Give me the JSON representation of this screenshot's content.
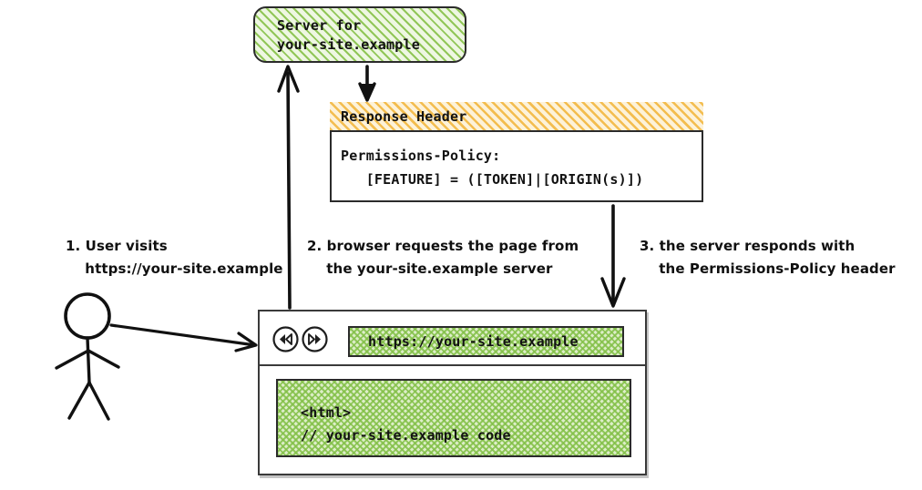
{
  "diagram": {
    "title_hidden": "",
    "server": {
      "name": "server-box",
      "line1": "Server for",
      "line2": "your-site.example",
      "text": "Server for\nyour-site.example",
      "fill": "#eef7e2",
      "hatch": "#8cc450",
      "stroke": "#2b2b2b"
    },
    "response_header": {
      "title": "Response Header",
      "line1": "Permissions-Policy:",
      "line2": "   [FEATURE] = ([TOKEN]|[ORIGIN(s)])",
      "body": "Permissions-Policy:\n   [FEATURE] = ([TOKEN]|[ORIGIN(s)])",
      "title_hatch": "#f3bc4c",
      "title_fill": "#fdf2d9",
      "stroke": "#2b2b2b"
    },
    "browser": {
      "back_icon": "rewind-icon",
      "forward_icon": "fast-forward-icon",
      "url": "https://your-site.example",
      "page_line1": "<html>",
      "page_line2": "// your-site.example code",
      "page_code": "<html>\n// your-site.example code",
      "fill": "#ddeec8",
      "hatch": "#83c048",
      "stroke": "#2b2b2b"
    },
    "annotations": [
      {
        "id": "annotation-1",
        "line1": "1. User visits",
        "line2": "   https://your-site.example",
        "text": "1. User visits\n    https://your-site.example"
      },
      {
        "id": "annotation-2",
        "line1": "2. browser requests the page from",
        "line2": "   the your-site.example server",
        "text": "2. browser requests the page from\n    the your-site.example server"
      },
      {
        "id": "annotation-3",
        "line1": "3. the server responds with",
        "line2": "   the Permissions-Policy header",
        "text": "3. the server responds with\n    the Permissions-Policy header"
      }
    ],
    "actor": {
      "name": "stick-figure-user",
      "label": ""
    },
    "arrows": [
      {
        "name": "arrow-user-to-browser",
        "from": "user",
        "to": "browser"
      },
      {
        "name": "arrow-browser-to-server",
        "from": "browser",
        "to": "server"
      },
      {
        "name": "arrow-server-to-response-header",
        "from": "server",
        "to": "response-header"
      },
      {
        "name": "arrow-response-header-to-browser",
        "from": "response-header",
        "to": "browser"
      }
    ],
    "colors": {
      "ink": "#121212",
      "green_hatch": "#8cc450",
      "amber_hatch": "#f3bc4c",
      "background": "#ffffff"
    }
  }
}
